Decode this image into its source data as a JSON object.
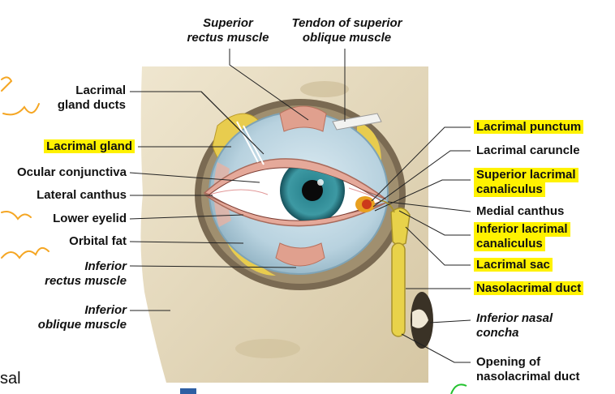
{
  "labels": {
    "superior_rectus": [
      "Superior",
      "rectus muscle"
    ],
    "tendon_superior_oblique": [
      "Tendon of superior",
      "oblique muscle"
    ],
    "lacrimal_gland_ducts": [
      "Lacrimal",
      "gland ducts"
    ],
    "lacrimal_gland": "Lacrimal gland",
    "ocular_conjunctiva": "Ocular conjunctiva",
    "lateral_canthus": "Lateral canthus",
    "lower_eyelid": "Lower eyelid",
    "orbital_fat": "Orbital fat",
    "inferior_rectus": [
      "Inferior",
      "rectus muscle"
    ],
    "inferior_oblique": [
      "Inferior",
      "oblique muscle"
    ],
    "lacrimal_punctum": "Lacrimal punctum",
    "lacrimal_caruncle": "Lacrimal caruncle",
    "superior_lacrimal_canaliculus": [
      "Superior lacrimal",
      "canaliculus"
    ],
    "medial_canthus": "Medial canthus",
    "inferior_lacrimal_canaliculus": [
      "Inferior lacrimal",
      "canaliculus"
    ],
    "lacrimal_sac": "Lacrimal sac",
    "nasolacrimal_duct": "Nasolacrimal duct",
    "inferior_nasal_concha": [
      "Inferior nasal",
      "concha"
    ],
    "opening_nasolacrimal_duct": [
      "Opening of",
      "nasolacrimal duct"
    ]
  },
  "fragment_text": "sal",
  "colors": {
    "highlight": "#fff200",
    "bone": "#e8dcc0",
    "iris": "#2a7f8c",
    "sclera": "#c9dde8",
    "gland": "#e9d25a",
    "muscle": "#e0a08e",
    "handwriting_orange": "#f5a623",
    "handwriting_green": "#22c22e"
  }
}
